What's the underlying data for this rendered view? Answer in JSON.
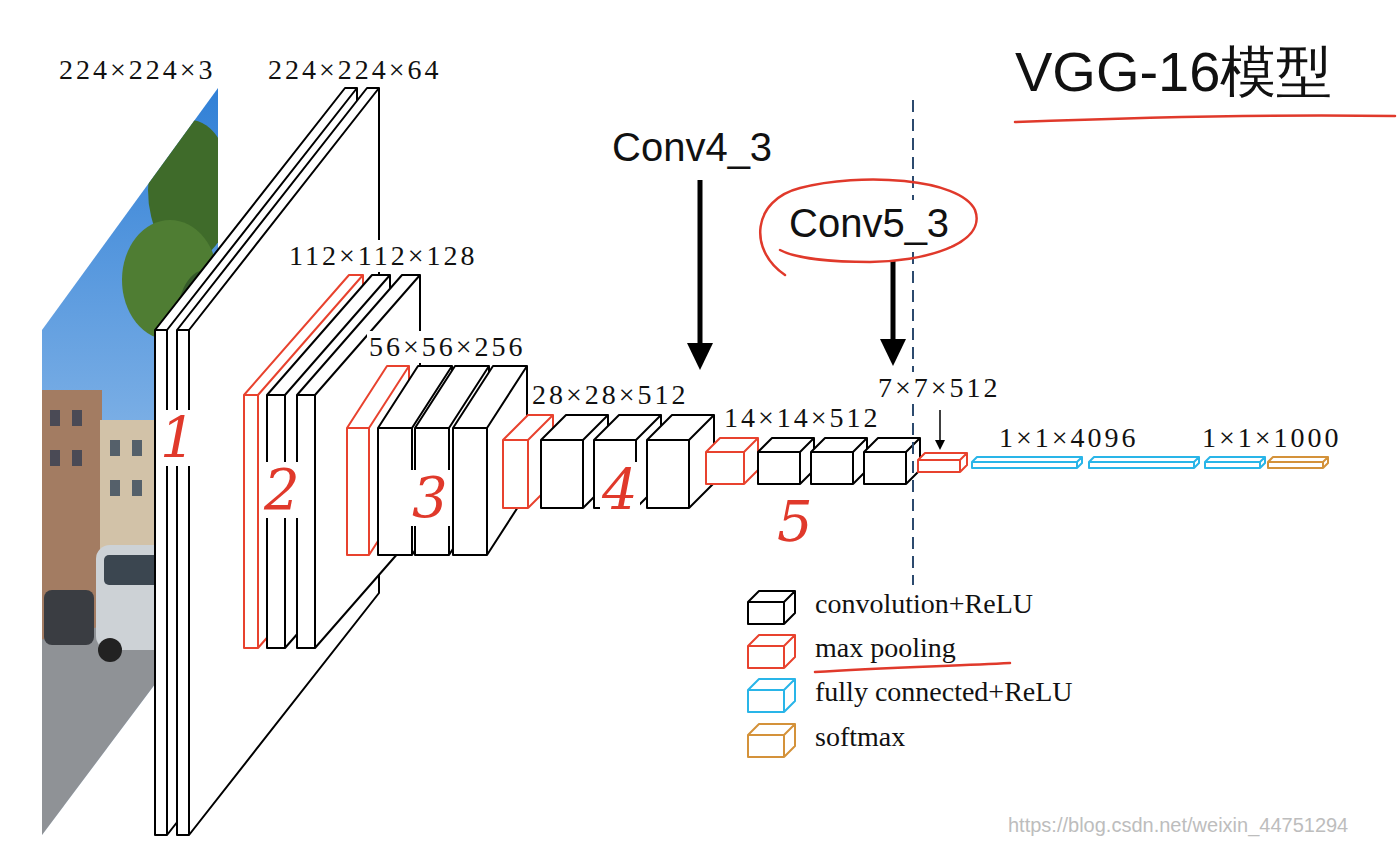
{
  "diagram": {
    "title": "VGG-16模型",
    "labels": [
      "224×224×3",
      "224×224×64",
      "112×112×128",
      "56×56×256",
      "Conv4_3",
      "28×28×512",
      "Conv5_3",
      "14×14×512",
      "7×7×512",
      "1×1×4096",
      "1×1×1000",
      "1",
      "2",
      "3",
      "4",
      "5",
      "https://blog.csdn.net/weixin_44751294"
    ],
    "legend": [
      {
        "text": "convolution+ReLU",
        "color": "#000000"
      },
      {
        "text": "max pooling",
        "color": "#e8422e"
      },
      {
        "text": "fully connected+ReLU",
        "color": "#29b5e8"
      },
      {
        "text": "softmax",
        "color": "#d4923a"
      }
    ]
  }
}
